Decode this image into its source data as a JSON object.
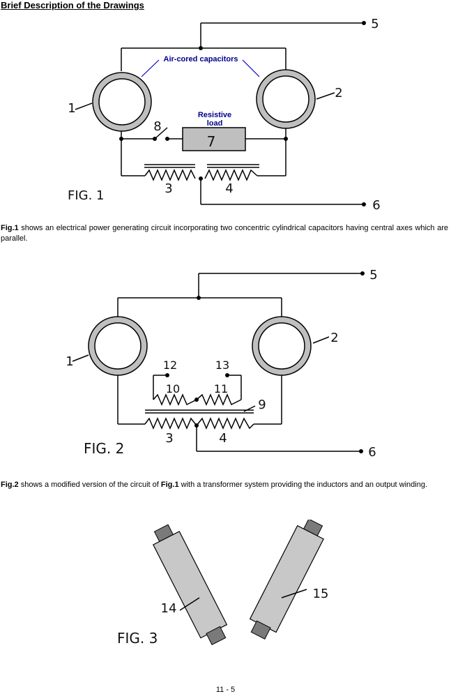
{
  "heading": "Brief Description of the Drawings",
  "fig1": {
    "label": "FIG. 1",
    "air_cored_label": "Air-cored capacitors",
    "resistive_label_1": "Resistive",
    "resistive_label_2": "load",
    "num_1": "1",
    "num_2": "2",
    "num_3": "3",
    "num_4": "4",
    "num_5": "5",
    "num_6": "6",
    "num_7": "7",
    "num_8": "8"
  },
  "caption1": {
    "fig_ref": "Fig.1",
    "text": " shows an electrical power generating circuit incorporating two concentric cylindrical capacitors having central axes which are parallel."
  },
  "fig2": {
    "label": "FIG. 2",
    "num_1": "1",
    "num_2": "2",
    "num_3": "3",
    "num_4": "4",
    "num_5": "5",
    "num_6": "6",
    "num_9": "9",
    "num_10": "10",
    "num_11": "11",
    "num_12": "12",
    "num_13": "13"
  },
  "caption2": {
    "fig_ref": "Fig.2",
    "text_a": " shows a modified version of the circuit of ",
    "fig_ref_2": "Fig.1",
    "text_b": " with a transformer system providing the inductors and an output winding."
  },
  "fig3": {
    "label": "FIG. 3",
    "num_14": "14",
    "num_15": "15"
  },
  "page_number": "11 - 5"
}
